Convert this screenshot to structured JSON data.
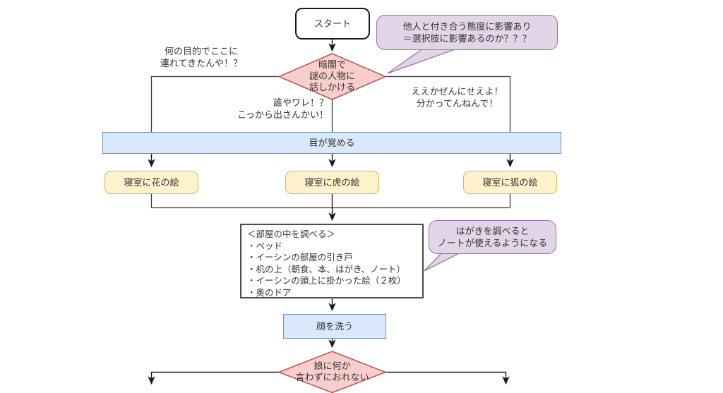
{
  "palette": {
    "decision_fill": "#F8CECC",
    "decision_stroke": "#B85450",
    "step_fill": "#FFF2CC",
    "step_stroke": "#D6B656",
    "event_fill": "#DAE8FC",
    "event_stroke": "#6C8EBF",
    "bubble_fill": "#E1D5E7",
    "bubble_stroke": "#9673A6",
    "connector": "#3b3b3b",
    "background": "#ffffff"
  },
  "flowchart": {
    "start_label": "スタート",
    "comment_top": "他人と付き合う態度に影響あり\n＝選択肢に影響あるのか？？？",
    "decision_dark": "暗闇で\n謎の人物に\n話しかける",
    "choice_left": "何の目的でここに\n連れてきたんや！？",
    "choice_middle": "誰やワレ！？\nこっから出さんかい！",
    "choice_right": "ええかぜんにせえよ！\n分かってんねんで！",
    "wake_label": "目が覚める",
    "bedroom_flower": "寝室に花の絵",
    "bedroom_tiger": "寝室に虎の絵",
    "bedroom_fox": "寝室に狐の絵",
    "examine_room": "＜部屋の中を調べる＞\n・ベッド\n・イーシンの部屋の引き戸\n・机の上（朝食、本、はがき、ノート）\n・イーシンの頭上に掛かった絵（２枚）\n・奥のドア",
    "comment_note": "はがきを調べると\nノートが使えるようになる",
    "wash_label": "顔を洗う",
    "decision_daughter": "娘に何か\n言わずにおれない"
  }
}
